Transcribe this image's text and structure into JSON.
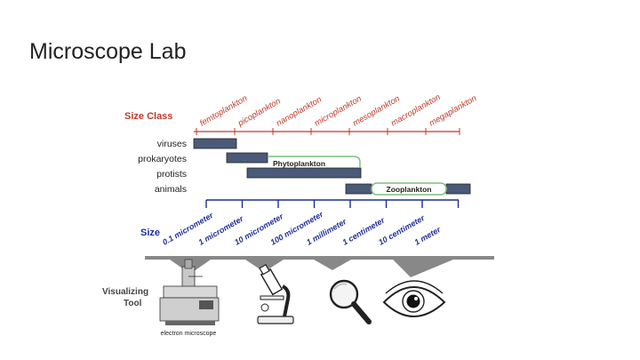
{
  "slide": {
    "title": "Microscope Lab"
  },
  "figure": {
    "size_class_label": "Size Class",
    "size_classes": [
      "femtoplankton",
      "picoplankton",
      "nanoplankton",
      "microplankton",
      "mesoplankton",
      "macroplankton",
      "megaplankton"
    ],
    "rows": [
      "viruses",
      "prokaryotes",
      "protists",
      "animals"
    ],
    "bracket_labels": {
      "phyto": "Phytoplankton",
      "zoo": "Zooplankton"
    },
    "size_label": "Size",
    "sizes": [
      "0.1 micrometer",
      "1 micrometer",
      "10 micrometer",
      "100 micrometer",
      "1 millimeter",
      "1 centimeter",
      "10 centimeter",
      "1 meter"
    ],
    "tool_label_line1": "Visualizing",
    "tool_label_line2": "Tool",
    "tools": [
      {
        "name": "electron-microscope-icon",
        "caption": "electron microscope"
      },
      {
        "name": "light-microscope-icon"
      },
      {
        "name": "magnifying-glass-icon"
      },
      {
        "name": "human-eye-icon"
      }
    ],
    "colors": {
      "size_class": "#c0392b",
      "size_scale": "#1f2e99",
      "bar": "#4a5a78",
      "bracket": "#7dbf7d"
    }
  }
}
